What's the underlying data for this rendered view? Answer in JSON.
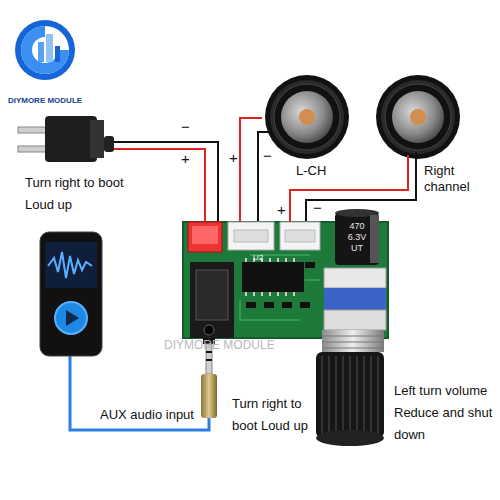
{
  "diagram": {
    "nodes": [
      {
        "text": [
          "Turn right to boot Loud up"
        ]
      },
      {
        "text": [
          "L-CH"
        ]
      },
      {
        "text": [
          "Right channel"
        ]
      },
      {
        "text": [
          "U2"
        ]
      },
      {
        "text": [
          "470 6.3V UT"
        ],
        "in": 3
      }
    ],
    "edges": [
      {
        "from": 0,
        "to": 3,
        "arrow": "none"
      },
      {
        "from": 1,
        "to": 3,
        "arrow": "none"
      },
      {
        "from": 2,
        "to": 3,
        "arrow": "none"
      }
    ],
    "labels": [
      "DIYMORE MODULE",
      "−",
      "+",
      "+",
      "−",
      "+",
      "−",
      "AUX audio input",
      "Turn right to boot Loud up",
      "Left turn volume Reduce and shut down",
      "DIYMORE MODULE"
    ]
  }
}
